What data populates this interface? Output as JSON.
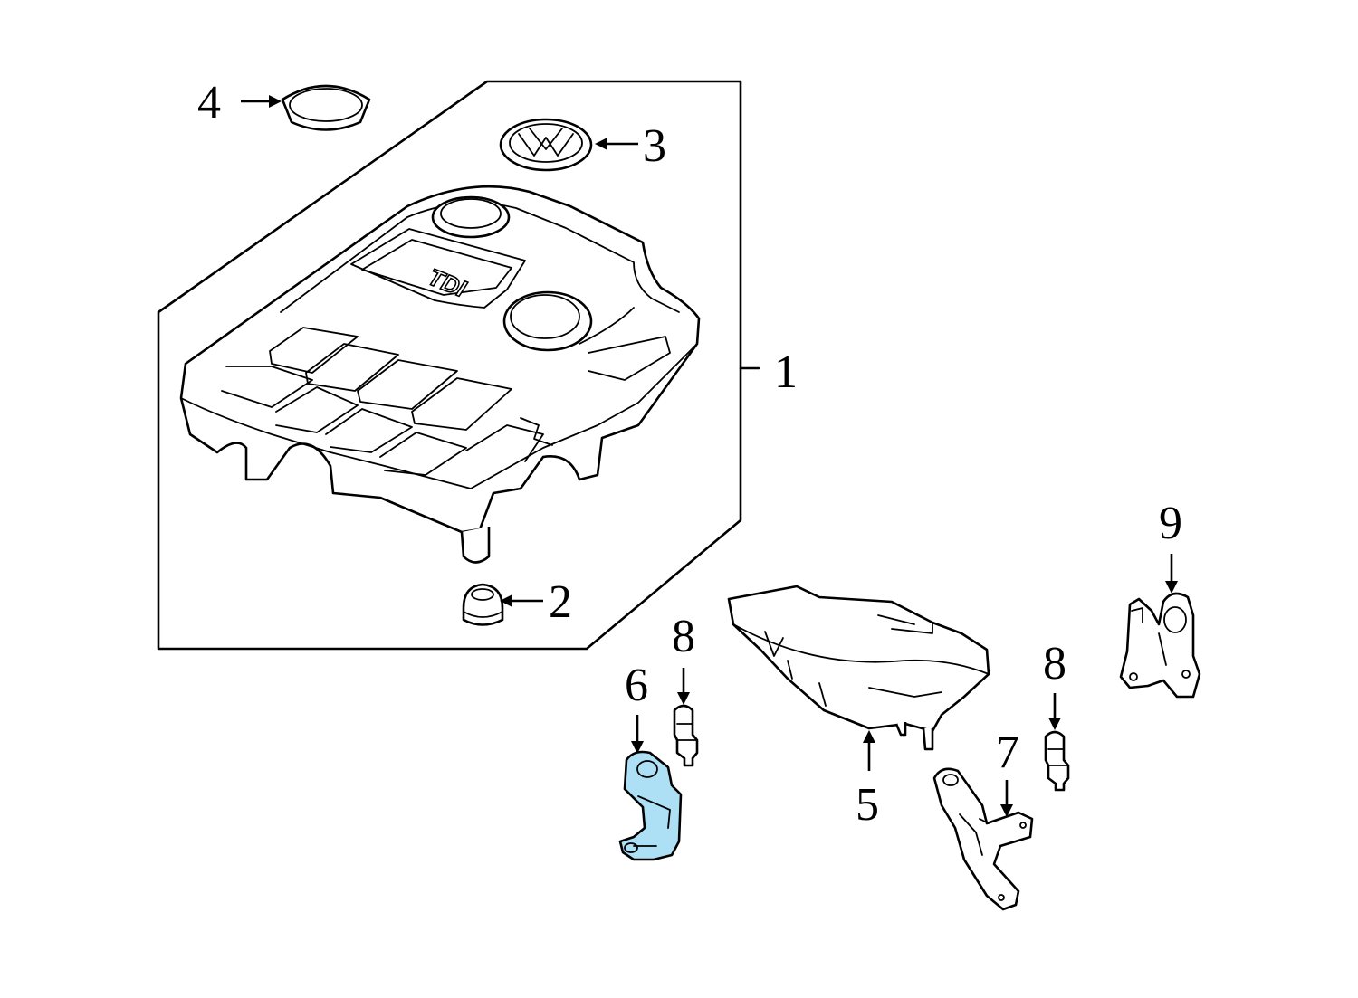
{
  "diagram": {
    "callouts": {
      "c1": "1",
      "c2": "2",
      "c3": "3",
      "c4": "4",
      "c5": "5",
      "c6": "6",
      "c7": "7",
      "c8a": "8",
      "c8b": "8",
      "c9": "9"
    },
    "cover_lettering": "TDI",
    "highlight_color": "#aee0f5",
    "highlighted_part": "6"
  }
}
